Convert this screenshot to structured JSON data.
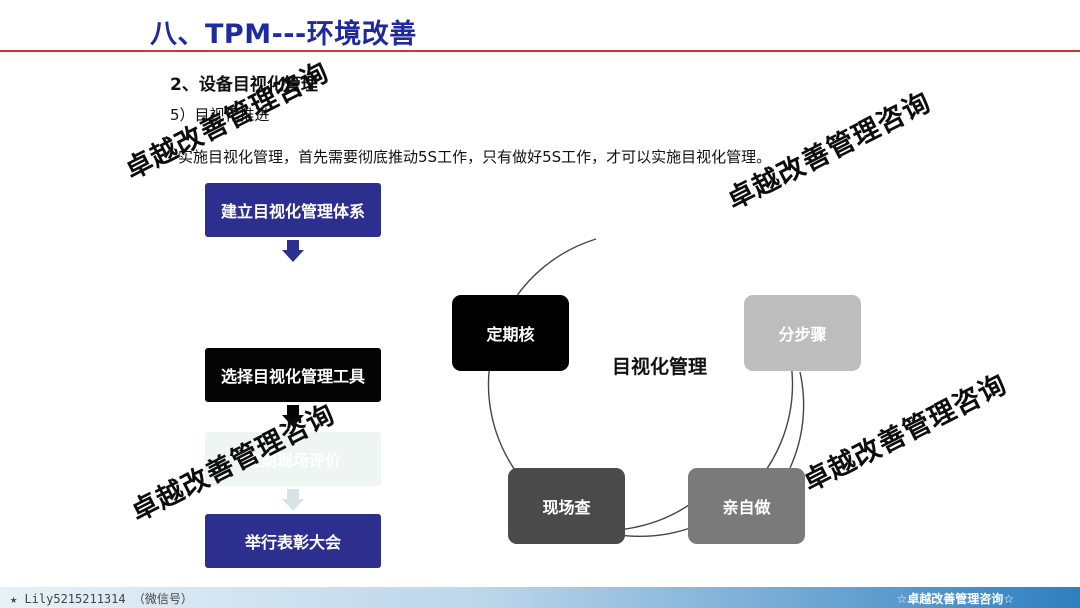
{
  "header": {
    "title": "八、TPM---环境改善"
  },
  "content": {
    "subtitle": "2、设备目视化管理",
    "subsub": "5）目视化推进",
    "body": "实施目视化管理，首先需要彻底推动5S工作，只有做好5S工作，才可以实施目视化管理。"
  },
  "flow": {
    "steps": [
      {
        "label": "建立目视化管理体系",
        "color": "#2d2f8e"
      },
      {
        "label": "选择目视化管理工具",
        "color": "#050505"
      },
      {
        "label": "定期现场评价",
        "color": "#eef5f3"
      },
      {
        "label": "举行表彰大会",
        "color": "#2d2f8e"
      }
    ],
    "arrow_colors": [
      "#2d2f8e",
      "#050505",
      "#d6e4e8"
    ]
  },
  "cycle": {
    "center": "目视化管理",
    "nodes": [
      {
        "label": "定期核",
        "color": "#000000"
      },
      {
        "label": "分步骤",
        "color": "#bdbdbd"
      },
      {
        "label": "现场查",
        "color": "#4a4a4a"
      },
      {
        "label": "亲自做",
        "color": "#7a7a7a"
      }
    ]
  },
  "watermarks": [
    "卓越改善管理咨询",
    "卓越改善管理咨询",
    "卓越改善管理咨询",
    "卓越改善管理咨询"
  ],
  "footer": {
    "left": "★ Lily5215211314 （微信号）",
    "right": "☆卓越改善管理咨询☆"
  }
}
